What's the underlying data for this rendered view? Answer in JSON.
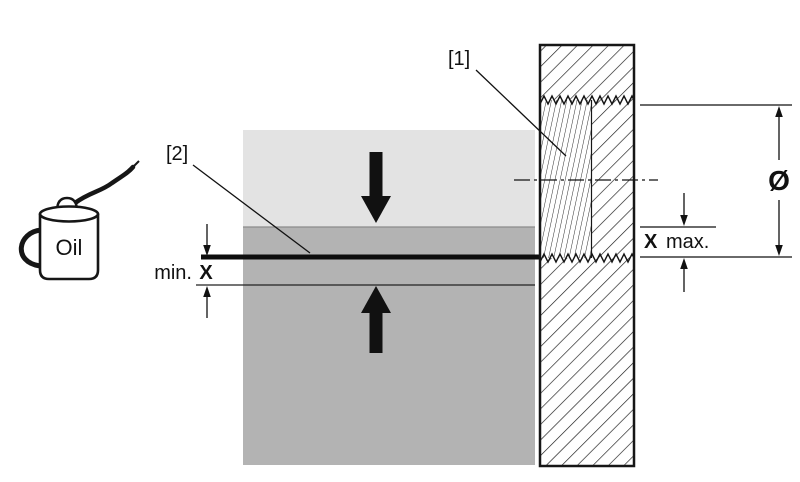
{
  "labels": {
    "ref1": "[1]",
    "ref2": "[2]",
    "oil": "Oil",
    "min": "min.",
    "min_x": "X",
    "max_x": "X",
    "max": "max.",
    "diameter": "Ø"
  },
  "colors": {
    "upper_block": "#e3e3e3",
    "lower_block": "#b3b3b3",
    "ink": "#161616"
  }
}
